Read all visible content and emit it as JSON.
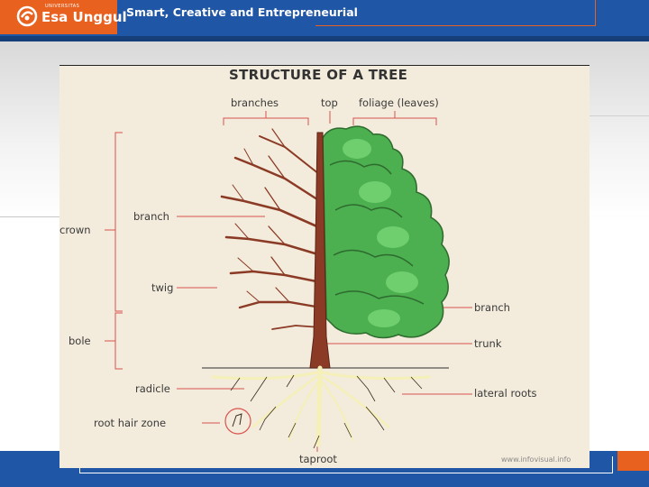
{
  "header": {
    "logo_text": "Esa Unggul",
    "logo_university": "UNIVERSITAS",
    "tagline": "Smart, Creative and Entrepreneurial"
  },
  "diagram": {
    "title": "STRUCTURE OF A TREE",
    "labels": {
      "branches": "branches",
      "top": "top",
      "foliage": "foliage (leaves)",
      "crown": "crown",
      "branch_left": "branch",
      "twig": "twig",
      "bole": "bole",
      "radicle": "radicle",
      "root_hair_zone": "root hair zone",
      "taproot": "taproot",
      "branch_right": "branch",
      "trunk": "trunk",
      "lateral_roots": "lateral roots"
    },
    "watermark": "www.infovisual.info"
  },
  "colors": {
    "brand_blue": "#1f57a6",
    "brand_orange": "#e8611f",
    "leader_line": "#d9534f",
    "bark": "#8b3a25",
    "foliage": "#4caf50",
    "root": "#f5f0b8"
  }
}
